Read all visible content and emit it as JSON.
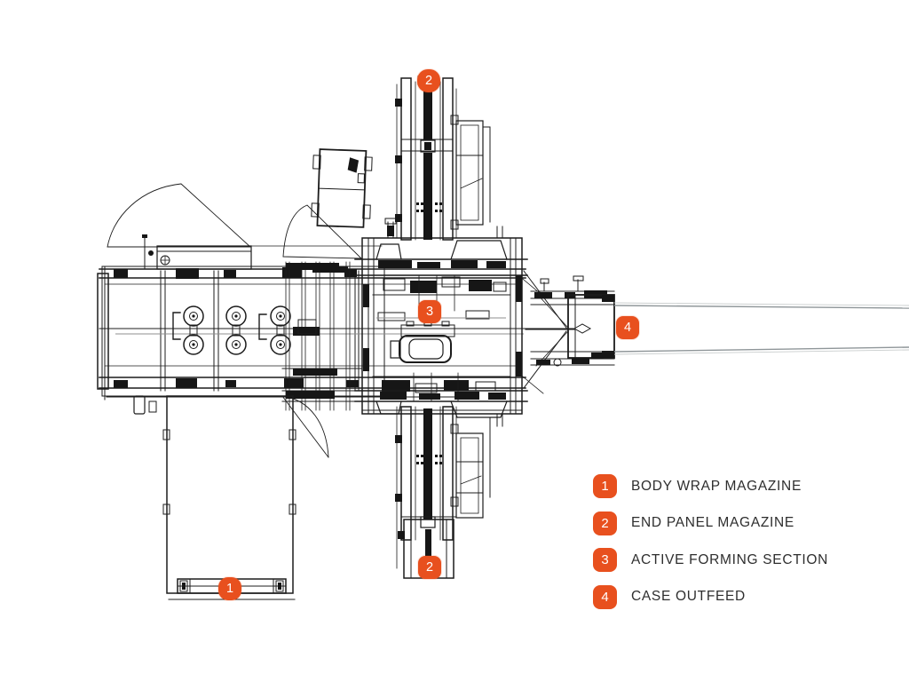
{
  "colors": {
    "background": "#ffffff",
    "accent_orange": "#E8501E",
    "badge_text": "#ffffff",
    "drawing_line": "#1c1c1c",
    "legend_text": "#2e2e2e",
    "outfeed_conveyor_gray": "#8f9699"
  },
  "legend": {
    "items": [
      {
        "number": "1",
        "label": "BODY WRAP MAGAZINE"
      },
      {
        "number": "2",
        "label": "END PANEL MAGAZINE"
      },
      {
        "number": "3",
        "label": "ACTIVE FORMING SECTION"
      },
      {
        "number": "4",
        "label": "CASE OUTFEED"
      }
    ]
  },
  "markers": {
    "end_panel_top": {
      "number": "2"
    },
    "active_forming": {
      "number": "3"
    },
    "case_outfeed": {
      "number": "4"
    },
    "body_wrap": {
      "number": "1"
    },
    "end_panel_bottom": {
      "number": "2"
    }
  }
}
